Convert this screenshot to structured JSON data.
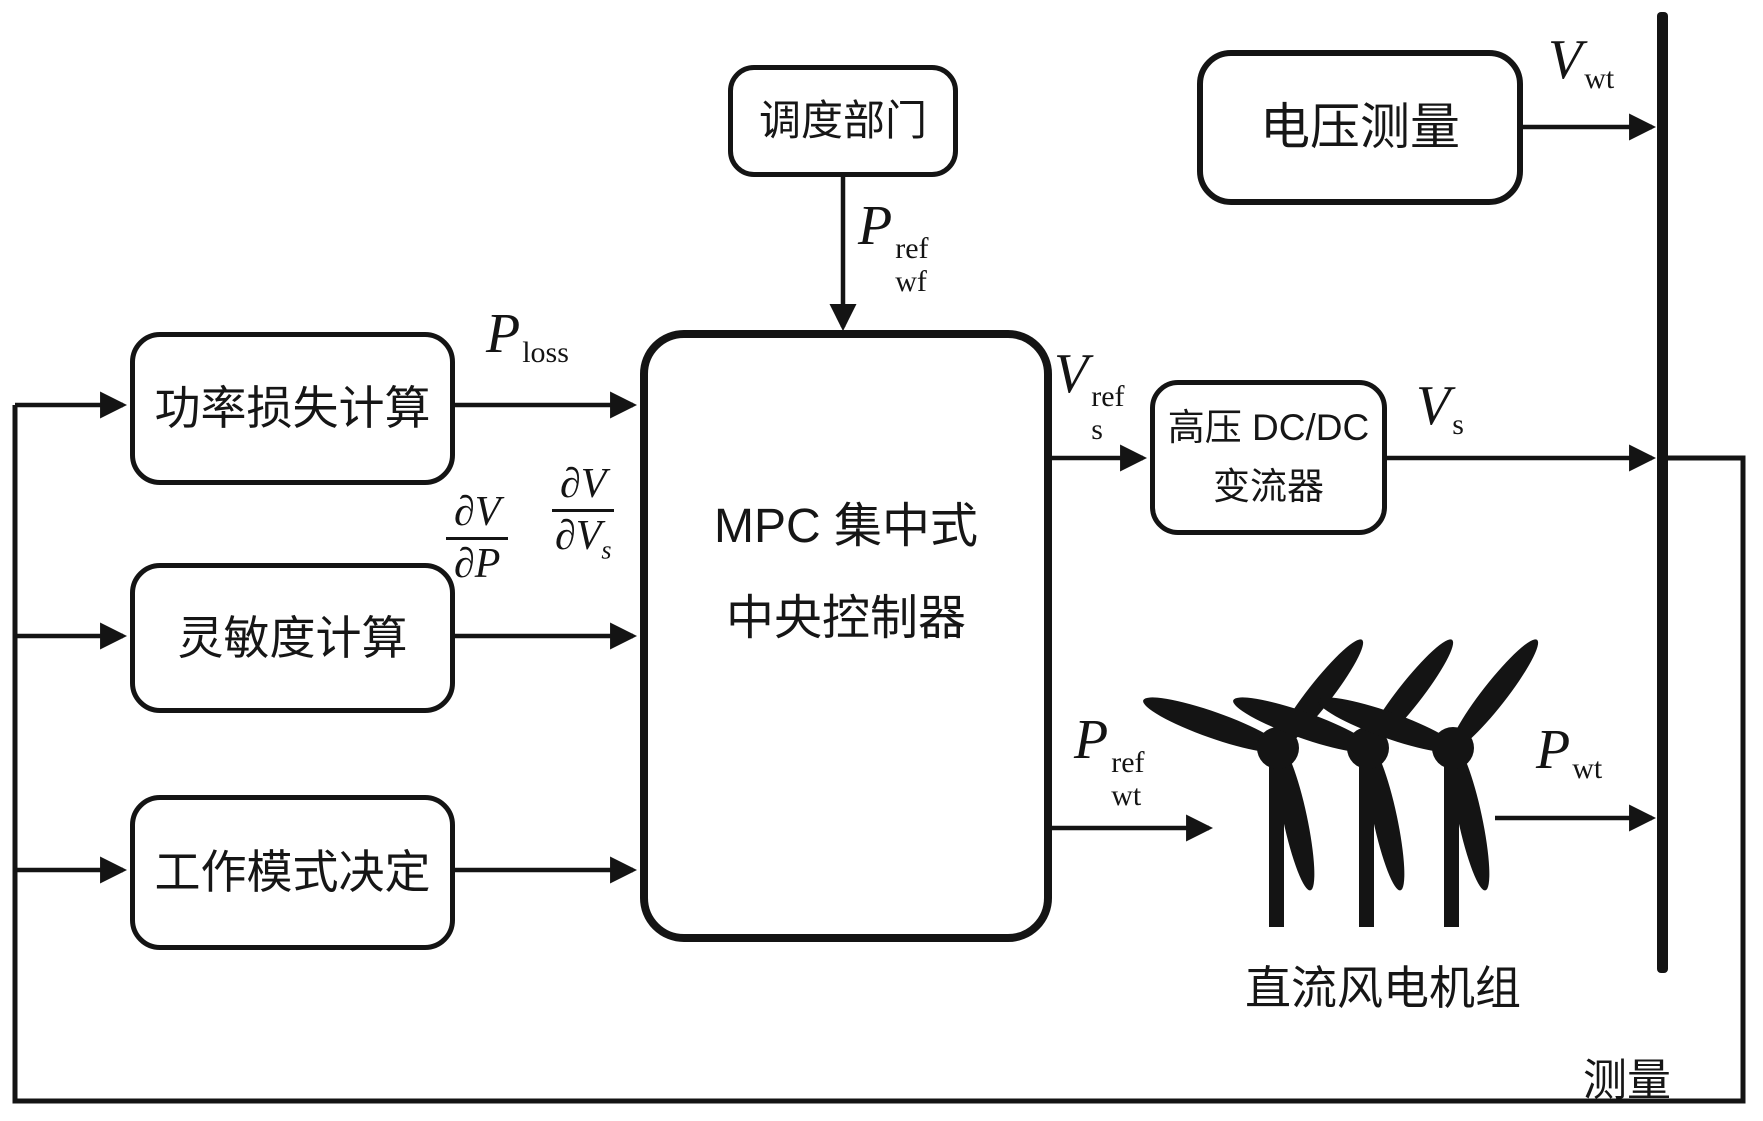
{
  "colors": {
    "ink": "#141414",
    "background": "#ffffff"
  },
  "boxes": {
    "dispatch": {
      "label": "调度部门"
    },
    "mpc": {
      "line1": "MPC 集中式",
      "line2": "中央控制器"
    },
    "power_loss": {
      "label": "功率损失计算"
    },
    "sensitivity": {
      "label": "灵敏度计算"
    },
    "work_mode": {
      "label": "工作模式决定"
    },
    "voltage_measurement": {
      "label": "电压测量"
    },
    "dcdc_converter": {
      "line1": "高压 DC/DC",
      "line2": "变流器"
    }
  },
  "signals": {
    "p_wf_ref": {
      "base": "P",
      "sup": "ref",
      "sub": "wf"
    },
    "p_loss": {
      "base": "P",
      "sub": "loss"
    },
    "dv_dp": {
      "num": "∂V",
      "den": "∂P"
    },
    "dv_dvs": {
      "num": "∂V",
      "den_base": "∂V",
      "den_sub": "s"
    },
    "v_s_ref": {
      "base": "V",
      "sup": "ref",
      "sub": "s"
    },
    "v_s": {
      "base": "V",
      "sub": "s"
    },
    "v_wt": {
      "base": "V",
      "sub": "wt"
    },
    "p_wt_ref": {
      "base": "P",
      "sup": "ref",
      "sub": "wt"
    },
    "p_wt": {
      "base": "P",
      "sub": "wt"
    }
  },
  "captions": {
    "wind_farm": "直流风电机组",
    "measurement": "测量"
  },
  "icons": {
    "wind_turbines": "three-black-turbine-silhouettes",
    "dc_bus": "thick-vertical-bar"
  }
}
